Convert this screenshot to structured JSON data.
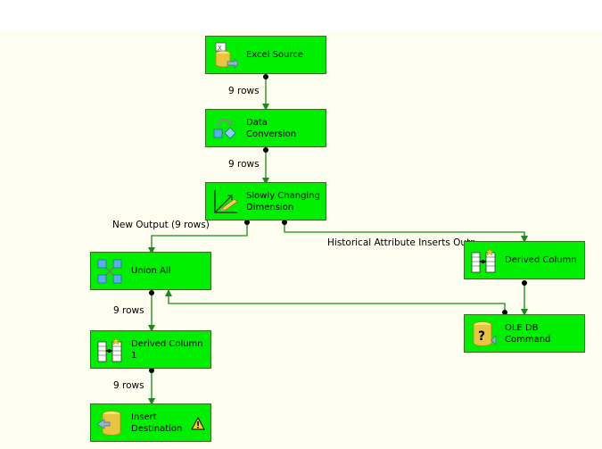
{
  "nodes": {
    "excel_source": {
      "label": "Excel Source"
    },
    "data_conversion": {
      "label": "Data\nConversion"
    },
    "scd": {
      "label": "Slowly Changing\nDimension"
    },
    "union_all": {
      "label": "Union All"
    },
    "derived_column_right": {
      "label": "Derived Column"
    },
    "ole_db_command": {
      "label": "OLE DB\nCommand"
    },
    "derived_column_1": {
      "label": "Derived Column\n1"
    },
    "insert_destination": {
      "label": "Insert\nDestination"
    }
  },
  "paths": {
    "excel_to_conversion": "9 rows",
    "conversion_to_scd": "9 rows",
    "scd_new_output": "New Output (9 rows)",
    "scd_historical": "Historical Attribute Inserts Outp",
    "union_to_derived": "9 rows",
    "derived_to_insert": "9 rows"
  },
  "colors": {
    "node_fill": "#00ee00",
    "node_border": "#3a6e22",
    "path": "#1a8a1a",
    "canvas": "#fdfdf0"
  }
}
